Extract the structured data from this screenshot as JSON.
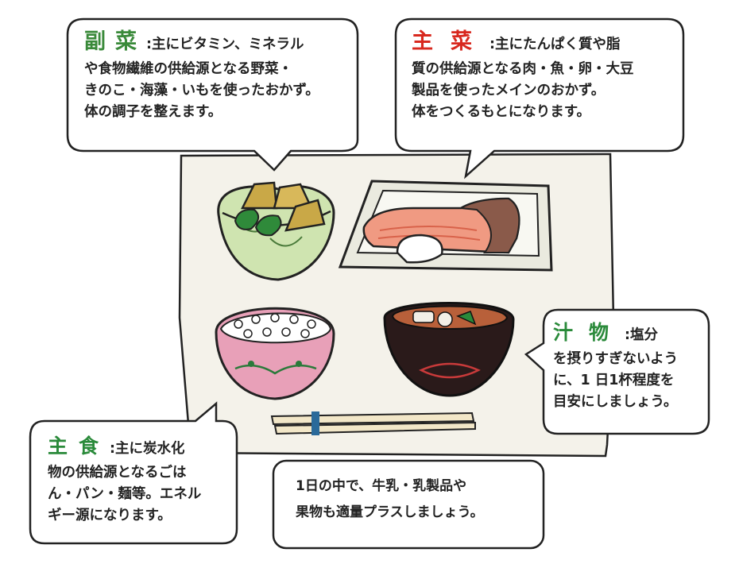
{
  "colors": {
    "fukusai": "#3a8a3a",
    "shusai": "#d8281e",
    "shiru": "#2a8a3a",
    "shushoku": "#2a8a3a"
  },
  "fukusai": {
    "title": "副菜",
    "lines": [
      ":主にビタミン、ミネラル",
      "や食物繊維の供給源となる野菜・",
      "きのこ・海藻・いもを使ったおかず。",
      "体の調子を整えます。"
    ]
  },
  "shusai": {
    "title": "主菜",
    "lines": [
      ":主にたんぱく質や脂",
      "質の供給源となる肉・魚・卵・大豆",
      "製品を使ったメインのおかず。",
      "体をつくるもとになります。"
    ]
  },
  "shiru": {
    "title": "汁物",
    "lines": [
      ":塩分",
      "を摂りすぎないよう",
      "に、1 日1杯程度を",
      "目安にしましょう。"
    ]
  },
  "shushoku": {
    "title": "主食",
    "lines": [
      ":主に炭水化",
      "物の供給源となるごは",
      "ん・パン・麺等。エネル",
      "ギー源になります。"
    ]
  },
  "note": {
    "lines": [
      "1日の中で、牛乳・乳製品や",
      "果物も適量プラスしましょう。"
    ]
  }
}
